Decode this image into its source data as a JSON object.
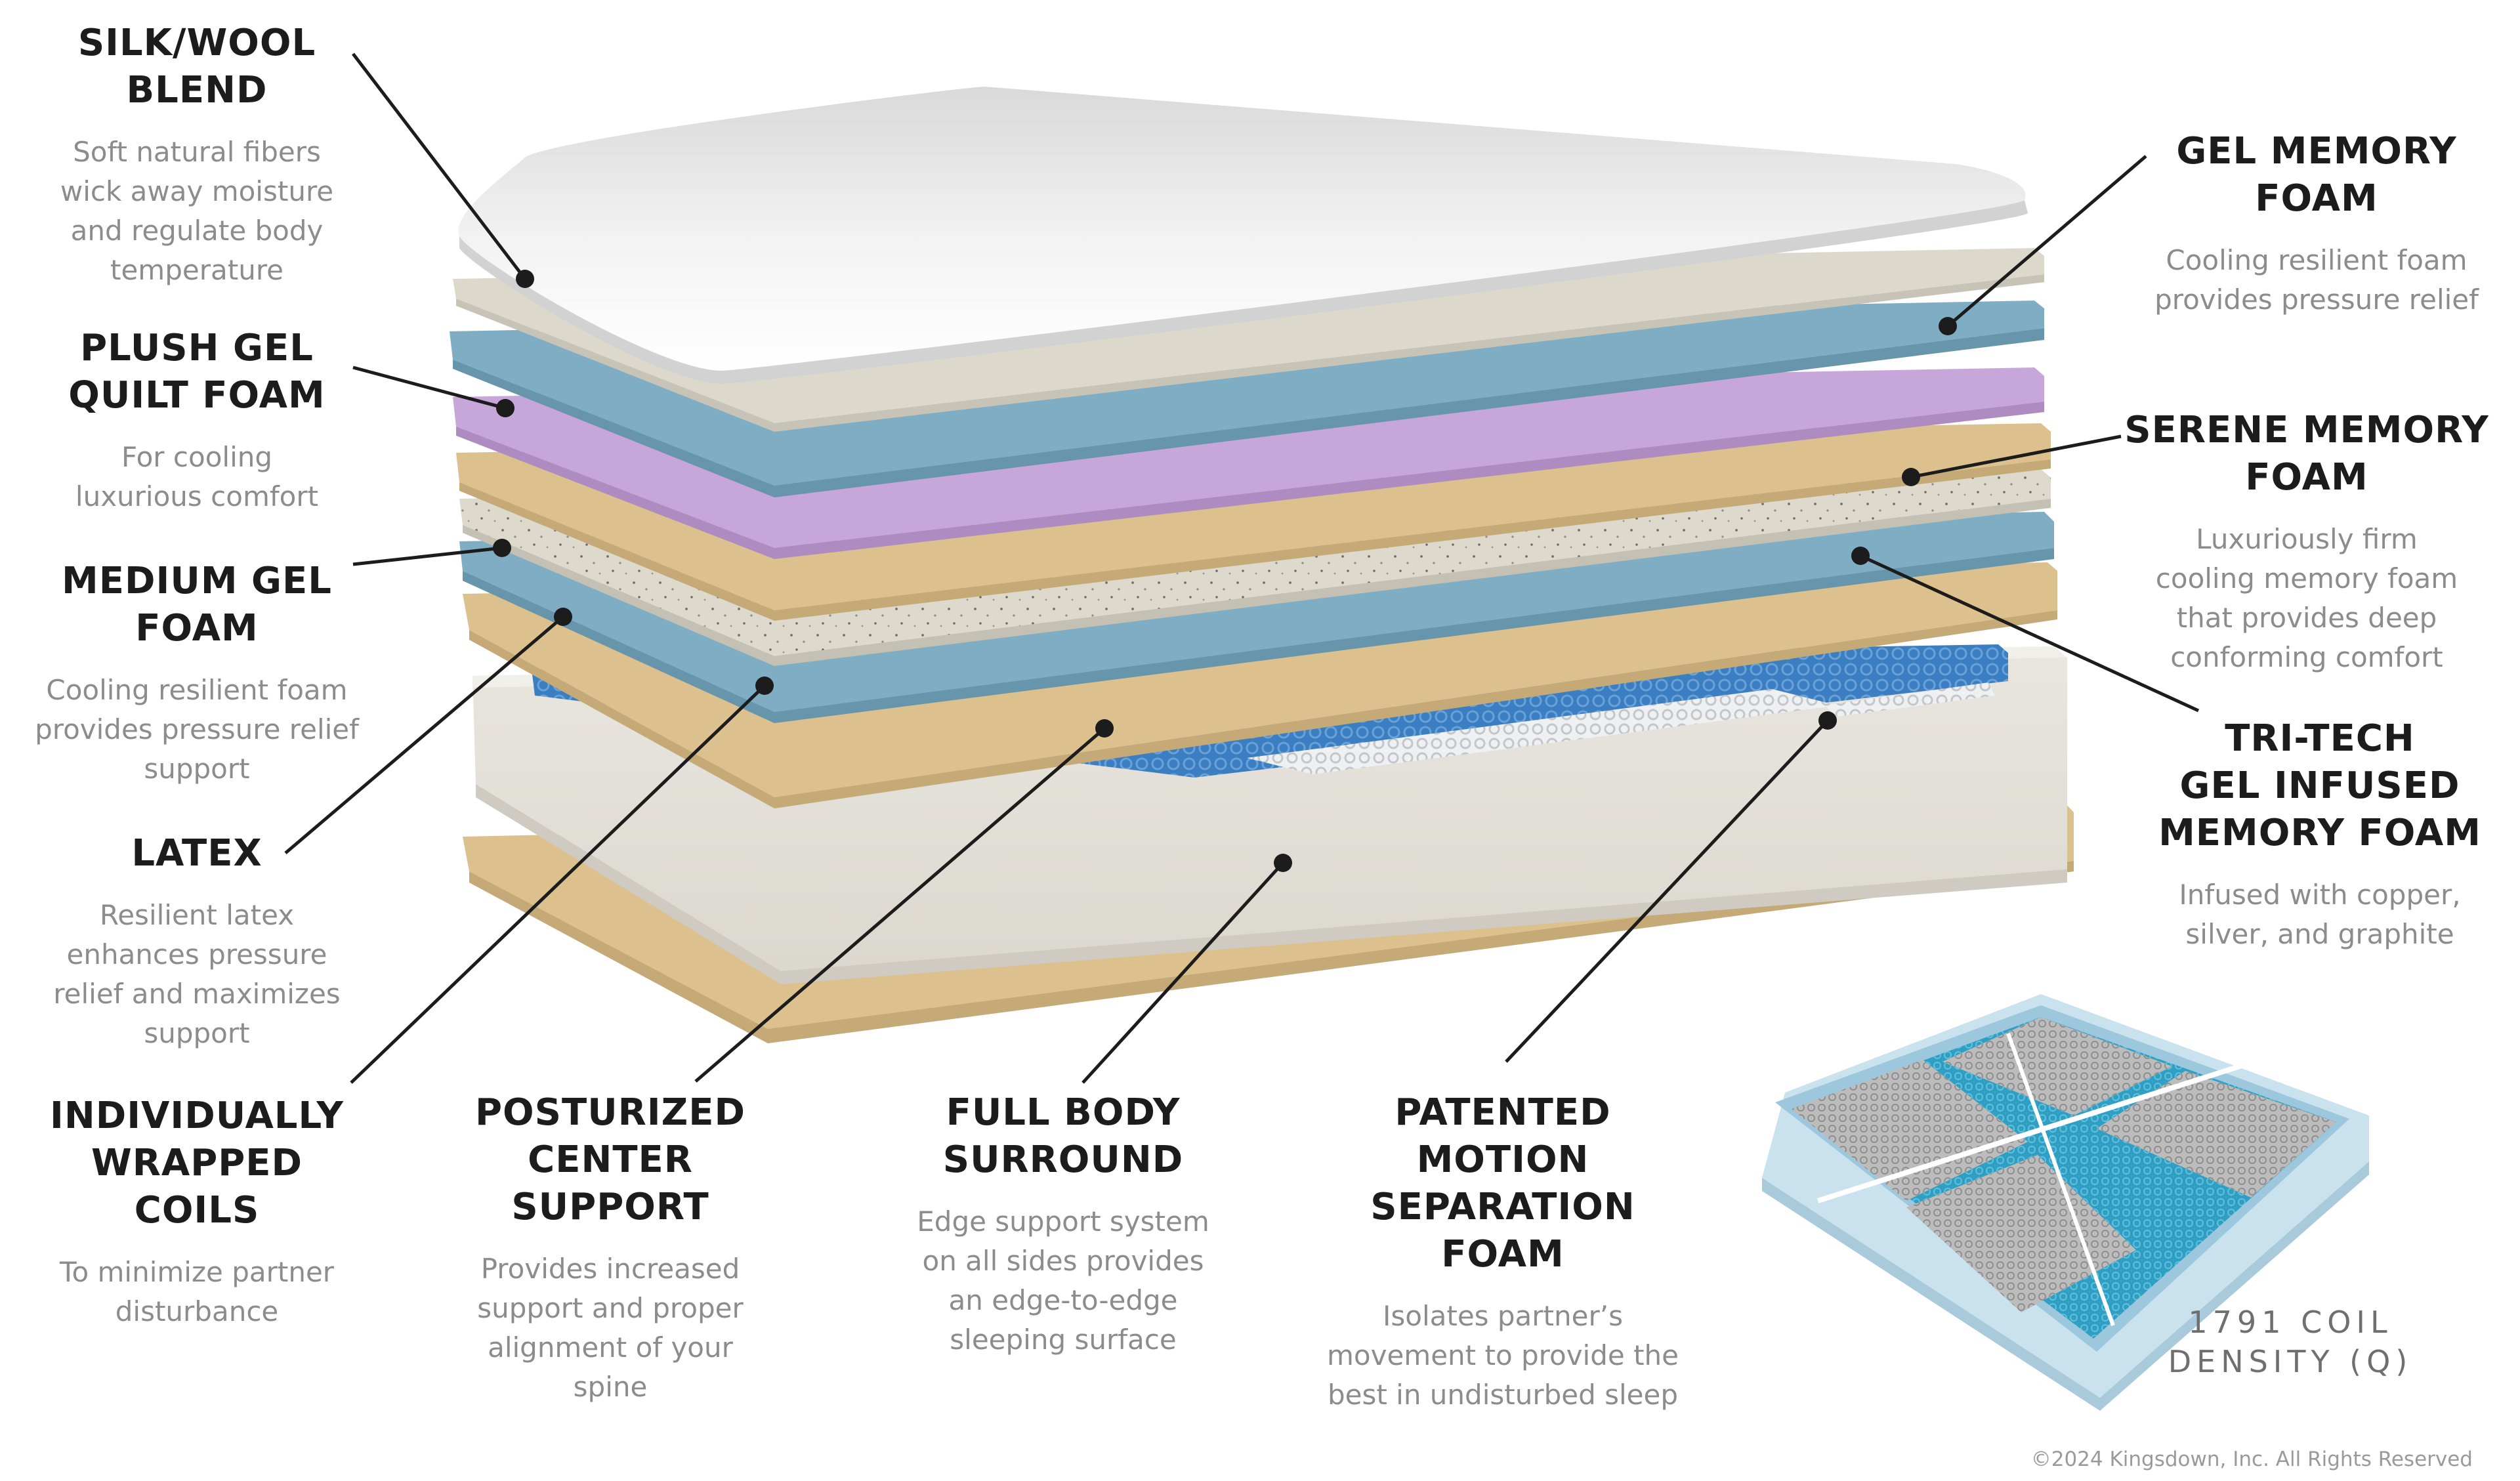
{
  "labels": {
    "silk_wool": {
      "title": "SILK/WOOL\nBLEND",
      "desc": "Soft natural fibers\nwick away moisture\nand regulate body\ntemperature"
    },
    "plush_gel": {
      "title": "PLUSH GEL\nQUILT FOAM",
      "desc": "For cooling\nluxurious comfort"
    },
    "medium_gel": {
      "title": "MEDIUM GEL\nFOAM",
      "desc": "Cooling resilient foam\nprovides pressure relief\nsupport"
    },
    "latex": {
      "title": "LATEX",
      "desc": "Resilient latex\nenhances pressure\nrelief and maximizes\nsupport"
    },
    "coils": {
      "title": "INDIVIDUALLY\nWRAPPED\nCOILS",
      "desc": "To minimize partner\ndisturbance"
    },
    "posturized": {
      "title": "POSTURIZED\nCENTER\nSUPPORT",
      "desc": "Provides increased\nsupport and proper\nalignment of your\nspine"
    },
    "full_body": {
      "title": "FULL BODY\nSURROUND",
      "desc": "Edge support system\non all sides provides\nan edge-to-edge\nsleeping surface"
    },
    "motion": {
      "title": "PATENTED\nMOTION\nSEPARATION\nFOAM",
      "desc": "Isolates partner’s\nmovement to provide the\nbest in undisturbed sleep"
    },
    "gel_memory": {
      "title": "GEL MEMORY\nFOAM",
      "desc": "Cooling resilient foam\nprovides pressure relief"
    },
    "serene": {
      "title": "SERENE MEMORY\nFOAM",
      "desc": "Luxuriously firm\ncooling memory foam\nthat provides deep\nconforming comfort"
    },
    "tri_tech": {
      "title": "TRI-TECH\nGEL INFUSED\nMEMORY FOAM",
      "desc": "Infused with copper,\nsilver, and graphite"
    }
  },
  "coil_caption": "1791 COIL\nDENSITY (Q)",
  "copyright": "©2024 Kingsdown, Inc. All Rights Reserved",
  "colors": {
    "pillow_top": "#f2f2f2",
    "silk_wool": "#dcd9cc",
    "gel_blue": "#7faec4",
    "purple": "#c7a6d9",
    "latex_tan": "#dcc08e",
    "speckled": "#ddd9cc",
    "coil_blue": "#3b7fc2",
    "coil_white": "#eef0f2",
    "surround": "#e2dfd8",
    "leader": "#1c1c1c"
  }
}
